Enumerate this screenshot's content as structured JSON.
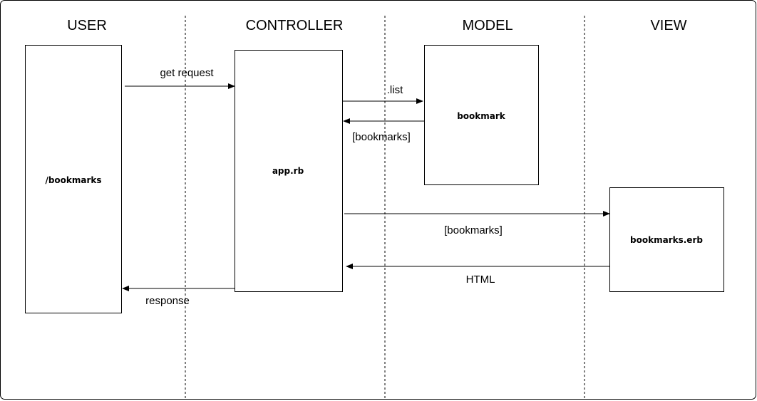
{
  "lanes": [
    {
      "title": "USER"
    },
    {
      "title": "CONTROLLER"
    },
    {
      "title": "MODEL"
    },
    {
      "title": "VIEW"
    }
  ],
  "boxes": {
    "user": {
      "label": "/bookmarks"
    },
    "controller": {
      "label": "app.rb"
    },
    "model": {
      "label": "bookmark"
    },
    "view": {
      "label": "bookmarks.erb"
    }
  },
  "arrows": {
    "get_request": {
      "label": "get request"
    },
    "list": {
      "label": ".list"
    },
    "bookmarks_return": {
      "label": "[bookmarks]"
    },
    "bookmarks_to_view": {
      "label": "[bookmarks]"
    },
    "html": {
      "label": "HTML"
    },
    "response": {
      "label": "response"
    }
  },
  "colors": {
    "stroke": "#000000",
    "background": "#ffffff",
    "divider": "#000000"
  }
}
